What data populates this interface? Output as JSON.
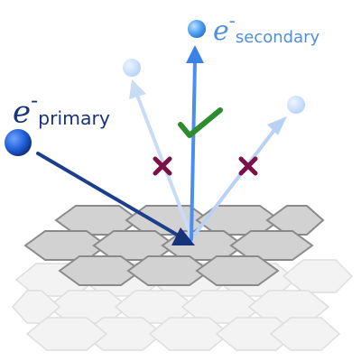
{
  "labels": {
    "primary": {
      "symbol": "e",
      "charge": "-",
      "subscript": "primary"
    },
    "secondary": {
      "symbol": "e",
      "charge": "-",
      "subscript": "secondary"
    }
  },
  "colors": {
    "primary": "#17337a",
    "secondary": "#3b82e6",
    "secondary_faded": "#b9d2f4",
    "reject_mark": "#7a1248",
    "accept_mark": "#2e8b2e",
    "hex_fill": "#d2d2d2",
    "hex_stroke": "#8a8a8a"
  },
  "marks": {
    "accepted": "check-icon",
    "rejected": "cross-icon"
  }
}
